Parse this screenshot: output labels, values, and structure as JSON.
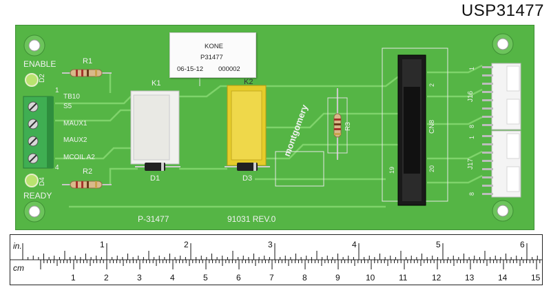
{
  "sku": "USP31477",
  "sticker": {
    "brand": "KONE",
    "part": "P31477",
    "date": "06-15-12",
    "serial": "000002"
  },
  "board_labels": {
    "enable": "ENABLE",
    "ready": "READY",
    "d2": "D2",
    "d4": "D4",
    "r1": "R1",
    "r2": "R2",
    "k1": "K1",
    "k2": "K2",
    "d1": "D1",
    "d3": "D3",
    "r3": "R3",
    "cn8": "CN8",
    "j16": "J16",
    "j17": "J17",
    "pin1_left": "1",
    "pin4_left": "4",
    "tb10": "TB10",
    "s5": "S5",
    "maux1": "MAUX1",
    "maux2": "MAUX2",
    "mcoil": "MCOIL A2",
    "part_no": "P-31477",
    "rev": "91031 REV.0",
    "hdr_1": "1",
    "hdr_8_top": "8",
    "hdr_1_mid": "1",
    "hdr_8_bot": "8",
    "cn_19": "19",
    "cn_20": "20",
    "cn_2": "2",
    "brand_vertical": "montgomery"
  },
  "ruler": {
    "inch_unit": "in.",
    "cm_unit": "cm",
    "inch_labels": [
      "1",
      "2",
      "3",
      "4",
      "5",
      "6"
    ],
    "cm_labels": [
      "1",
      "2",
      "3",
      "4",
      "5",
      "6",
      "7",
      "8",
      "9",
      "10",
      "11",
      "12",
      "13",
      "14",
      "15"
    ]
  },
  "colors": {
    "board": "#55b545",
    "trace": "#7fd36b",
    "terminal": "#3fae52",
    "relay_yellow": "#e6cc2a",
    "header_black": "#1a1a1a"
  }
}
